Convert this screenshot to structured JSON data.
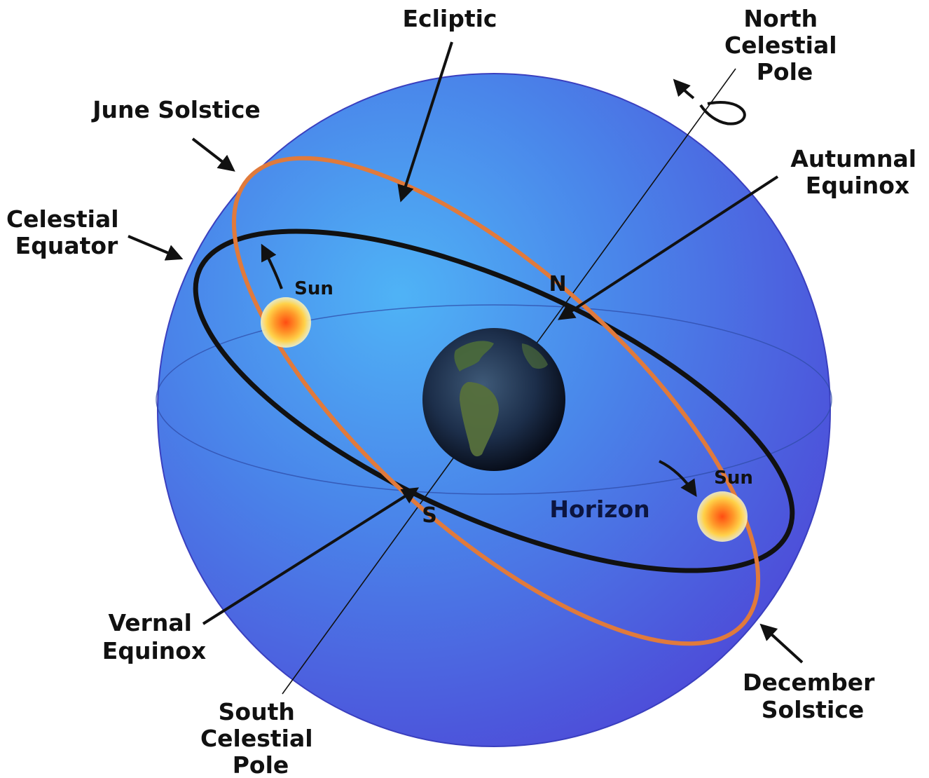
{
  "diagram": {
    "labels": {
      "ecliptic": "Ecliptic",
      "north_celestial_pole": [
        "North",
        "Celestial",
        "Pole"
      ],
      "june_solstice": "June Solstice",
      "autumnal_equinox": [
        "Autumnal",
        "Equinox"
      ],
      "celestial_equator": [
        "Celestial",
        "Equator"
      ],
      "sun_left": "Sun",
      "sun_right": "Sun",
      "north_point": "N",
      "south_point": "S",
      "horizon": "Horizon",
      "vernal_equinox": [
        "Vernal",
        "Equinox"
      ],
      "south_celestial_pole": [
        "South",
        "Celestial",
        "Pole"
      ],
      "december_solstice": [
        "December",
        "Solstice"
      ]
    },
    "colors": {
      "sphere_light": "#4fb3f6",
      "sphere_mid": "#4a86ea",
      "sphere_dark": "#4d4ed9",
      "ecliptic": "#e07a3c",
      "celestial_equator": "#111111",
      "horizon": "#2f4ca8",
      "label_text": "#111111",
      "sun_core": "#ff5a1a",
      "sun_glow": "#ffd24a"
    }
  }
}
